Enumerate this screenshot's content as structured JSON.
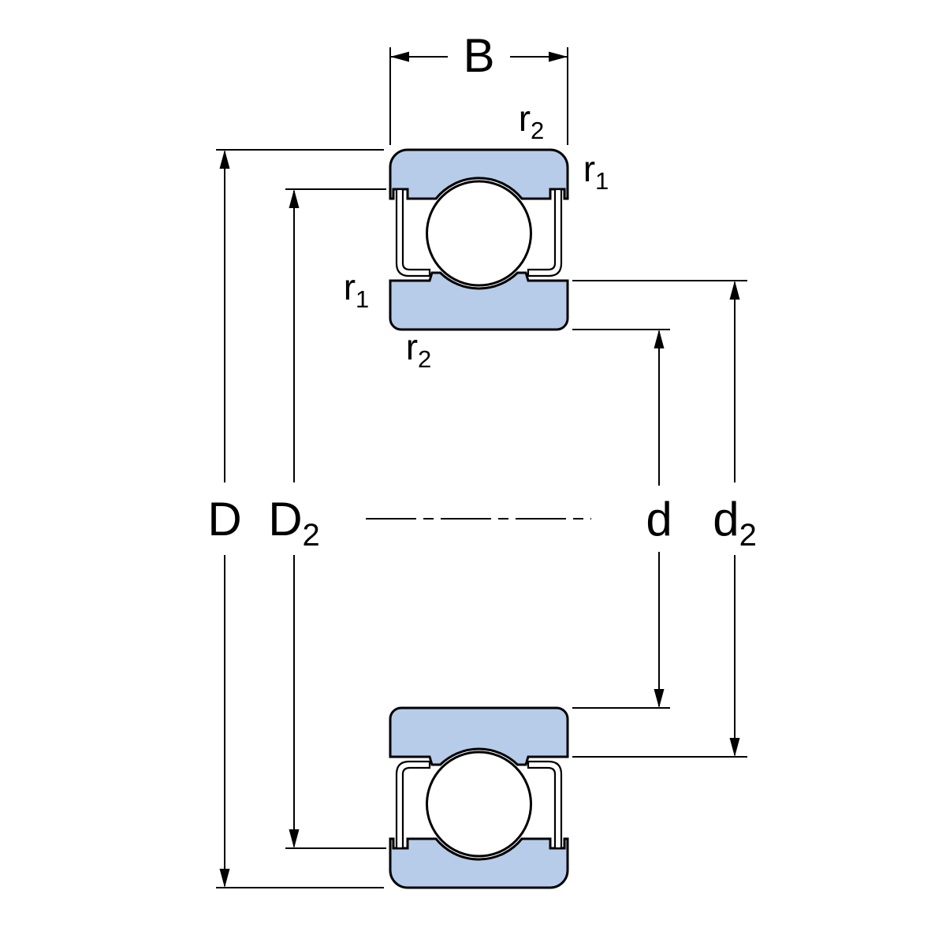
{
  "drawing": {
    "background": "#ffffff",
    "line_color": "#000000",
    "ring_fill": "#b7cce9",
    "labels": {
      "width": "B",
      "outer_diameter": "D",
      "outer_recess": {
        "base": "D",
        "sub": "2"
      },
      "bore": "d",
      "inner_recess": {
        "base": "d",
        "sub": "2"
      },
      "fillet_r1": {
        "base": "r",
        "sub": "1"
      },
      "fillet_r2": {
        "base": "r",
        "sub": "2"
      }
    }
  }
}
